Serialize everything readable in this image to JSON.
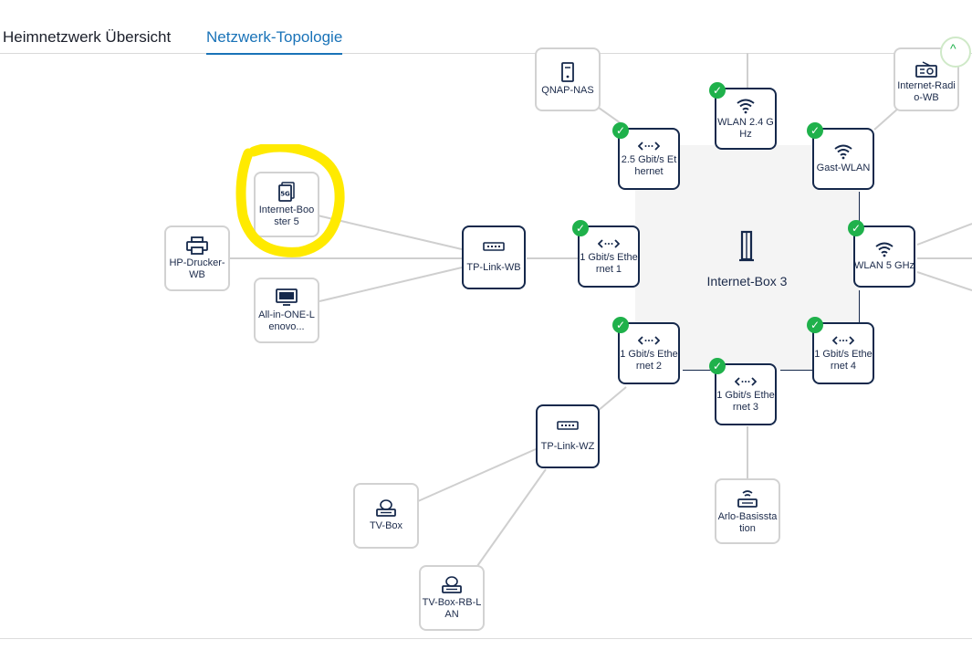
{
  "tabs": [
    {
      "label": "Heimnetzwerk Übersicht"
    },
    {
      "label": "Netzwerk-Topologie"
    }
  ],
  "accent_color": "#1a73b8",
  "status_color": "#1fb14b",
  "router": {
    "label": "Internet-Box 3",
    "icon": "router-icon"
  },
  "ports": [
    {
      "id": "wlan24",
      "label": "WLAN 2.4 GHz",
      "icon": "wifi-icon",
      "status": "connected"
    },
    {
      "id": "eth25",
      "label": "2.5 Gbit/s Ethernet",
      "icon": "ethernet-icon",
      "status": "connected"
    },
    {
      "id": "gastwlan",
      "label": "Gast-WLAN",
      "icon": "wifi-icon",
      "status": "connected"
    },
    {
      "id": "eth1",
      "label": "1 Gbit/s Ethernet 1",
      "icon": "ethernet-icon",
      "status": "connected"
    },
    {
      "id": "wlan5",
      "label": "WLAN 5 GHz",
      "icon": "wifi-icon",
      "status": "connected"
    },
    {
      "id": "eth2",
      "label": "1 Gbit/s Ethernet 2",
      "icon": "ethernet-icon",
      "status": "connected"
    },
    {
      "id": "eth4",
      "label": "1 Gbit/s Ethernet 4",
      "icon": "ethernet-icon",
      "status": "connected"
    },
    {
      "id": "eth3",
      "label": "1 Gbit/s Ethernet 3",
      "icon": "ethernet-icon",
      "status": "connected"
    }
  ],
  "switches": [
    {
      "id": "tplinkwb",
      "label": "TP-Link-WB",
      "icon": "switch-icon"
    },
    {
      "id": "tplinkwz",
      "label": "TP-Link-WZ",
      "icon": "switch-icon"
    }
  ],
  "devices": [
    {
      "id": "qnap",
      "label": "QNAP-NAS",
      "icon": "nas-icon"
    },
    {
      "id": "radio",
      "label": "Internet-Radio-WB",
      "icon": "radio-icon"
    },
    {
      "id": "booster",
      "label": "Internet-Booster 5",
      "icon": "booster-5g-icon"
    },
    {
      "id": "printer",
      "label": "HP-Drucker-WB",
      "icon": "printer-icon"
    },
    {
      "id": "aio",
      "label": "All-in-ONE-Lenovo...",
      "icon": "monitor-icon"
    },
    {
      "id": "tvbox",
      "label": "TV-Box",
      "icon": "tv-box-icon"
    },
    {
      "id": "tvboxrb",
      "label": "TV-Box-RB-LAN",
      "icon": "tv-box-icon"
    },
    {
      "id": "arlo",
      "label": "Arlo-Basisstation",
      "icon": "base-station-icon"
    }
  ],
  "highlight_marker_color": "#ffea00"
}
